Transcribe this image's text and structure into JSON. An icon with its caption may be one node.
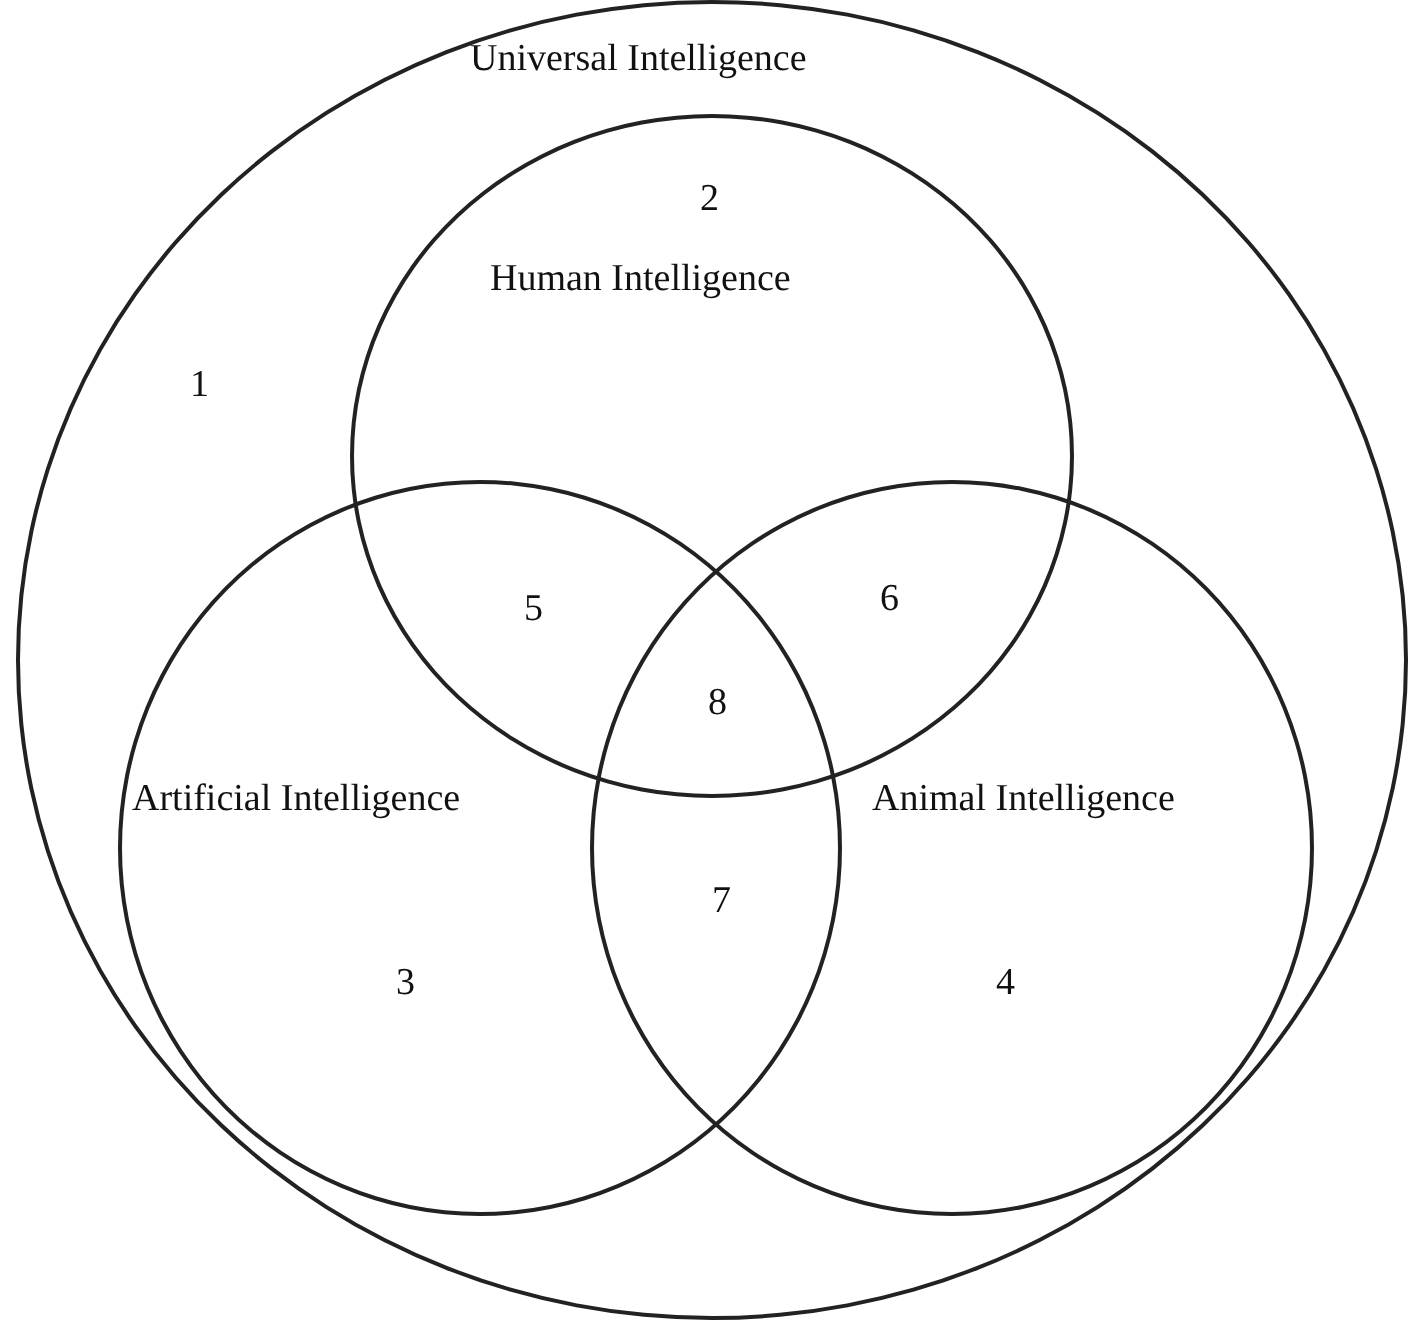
{
  "diagram": {
    "nodes": [
      {
        "text": [
          "Universal Intelligence"
        ]
      },
      {
        "text": [
          "Human Intelligence"
        ],
        "in": 0
      },
      {
        "text": [
          "Artificial Intelligence"
        ],
        "in": 0
      },
      {
        "text": [
          "Animal Intelligence"
        ],
        "in": 0
      }
    ],
    "labels": [
      "2",
      "1",
      "5",
      "6",
      "8",
      "7",
      "3",
      "4"
    ]
  }
}
